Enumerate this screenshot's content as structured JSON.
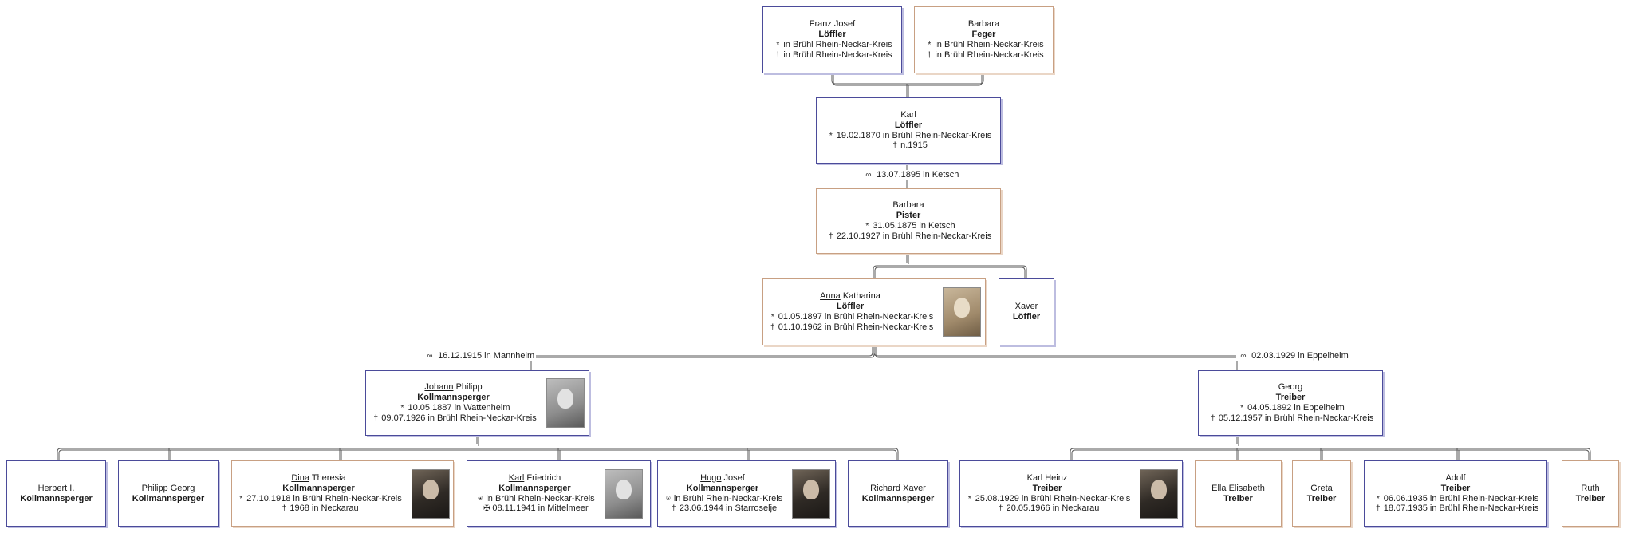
{
  "symbols": {
    "birth": "*",
    "death": "†",
    "marriage": "∞",
    "baptism": "⍟",
    "killed": "✠"
  },
  "persons": {
    "franz": {
      "given": "Franz Josef",
      "surname": "Löffler",
      "ev1": "in Brühl Rhein-Neckar-Kreis",
      "ev2": "in Brühl Rhein-Neckar-Kreis"
    },
    "barbara_f": {
      "given": "Barbara",
      "surname": "Feger",
      "ev1": "in Brühl Rhein-Neckar-Kreis",
      "ev2": "in Brühl Rhein-Neckar-Kreis"
    },
    "karl": {
      "given": "Karl",
      "surname": "Löffler",
      "ev1": "19.02.1870 in Brühl Rhein-Neckar-Kreis",
      "ev2": "n.1915"
    },
    "barbara_p": {
      "given": "Barbara",
      "surname": "Pister",
      "ev1": "31.05.1875 in Ketsch",
      "ev2": "22.10.1927 in Brühl Rhein-Neckar-Kreis"
    },
    "anna": {
      "given_u": "Anna",
      "given_r": "Katharina",
      "surname": "Löffler",
      "ev1": "01.05.1897 in Brühl Rhein-Neckar-Kreis",
      "ev2": "01.10.1962 in Brühl Rhein-Neckar-Kreis"
    },
    "xaver": {
      "given": "Xaver",
      "surname": "Löffler"
    },
    "johann": {
      "given_u": "Johann",
      "given_r": "Philipp",
      "surname": "Kollmannsperger",
      "ev1": "10.05.1887 in Wattenheim",
      "ev2": "09.07.1926 in Brühl Rhein-Neckar-Kreis"
    },
    "georg": {
      "given": "Georg",
      "surname": "Treiber",
      "ev1": "04.05.1892 in Eppelheim",
      "ev2": "05.12.1957 in Brühl Rhein-Neckar-Kreis"
    },
    "herbert": {
      "given": "Herbert I.",
      "surname": "Kollmannsperger"
    },
    "philipp": {
      "given_u": "Philipp",
      "given_r": "Georg",
      "surname": "Kollmannsperger"
    },
    "dina": {
      "given_u": "Dina",
      "given_r": "Theresia",
      "surname": "Kollmannsperger",
      "ev1": "27.10.1918 in Brühl Rhein-Neckar-Kreis",
      "ev2": "1968 in Neckarau"
    },
    "karlf": {
      "given_u": "Karl",
      "given_r": "Friedrich",
      "surname": "Kollmannsperger",
      "ev1": "in Brühl Rhein-Neckar-Kreis",
      "ev2": "08.11.1941 in Mittelmeer"
    },
    "hugo": {
      "given_u": "Hugo",
      "given_r": "Josef",
      "surname": "Kollmannsperger",
      "ev1": "in Brühl Rhein-Neckar-Kreis",
      "ev2": "23.06.1944 in Starroselje"
    },
    "richard": {
      "given_u": "Richard",
      "given_r": "Xaver",
      "surname": "Kollmannsperger"
    },
    "karlheinz": {
      "given": "Karl Heinz",
      "surname": "Treiber",
      "ev1": "25.08.1929 in Brühl Rhein-Neckar-Kreis",
      "ev2": "20.05.1966 in Neckarau"
    },
    "ella": {
      "given_u": "Ella",
      "given_r": "Elisabeth",
      "surname": "Treiber"
    },
    "greta": {
      "given": "Greta",
      "surname": "Treiber"
    },
    "adolf": {
      "given": "Adolf",
      "surname": "Treiber",
      "ev1": "06.06.1935 in Brühl Rhein-Neckar-Kreis",
      "ev2": "18.07.1935 in Brühl Rhein-Neckar-Kreis"
    },
    "ruth": {
      "given": "Ruth",
      "surname": "Treiber"
    }
  },
  "marriages": {
    "karl_barbara": "13.07.1895 in Ketsch",
    "anna_johann": "16.12.1915 in Mannheim",
    "anna_georg": "02.03.1929 in Eppelheim"
  },
  "colors": {
    "male_border": "#4b4b9a",
    "female_border": "#c8a083",
    "line": "#555555"
  }
}
